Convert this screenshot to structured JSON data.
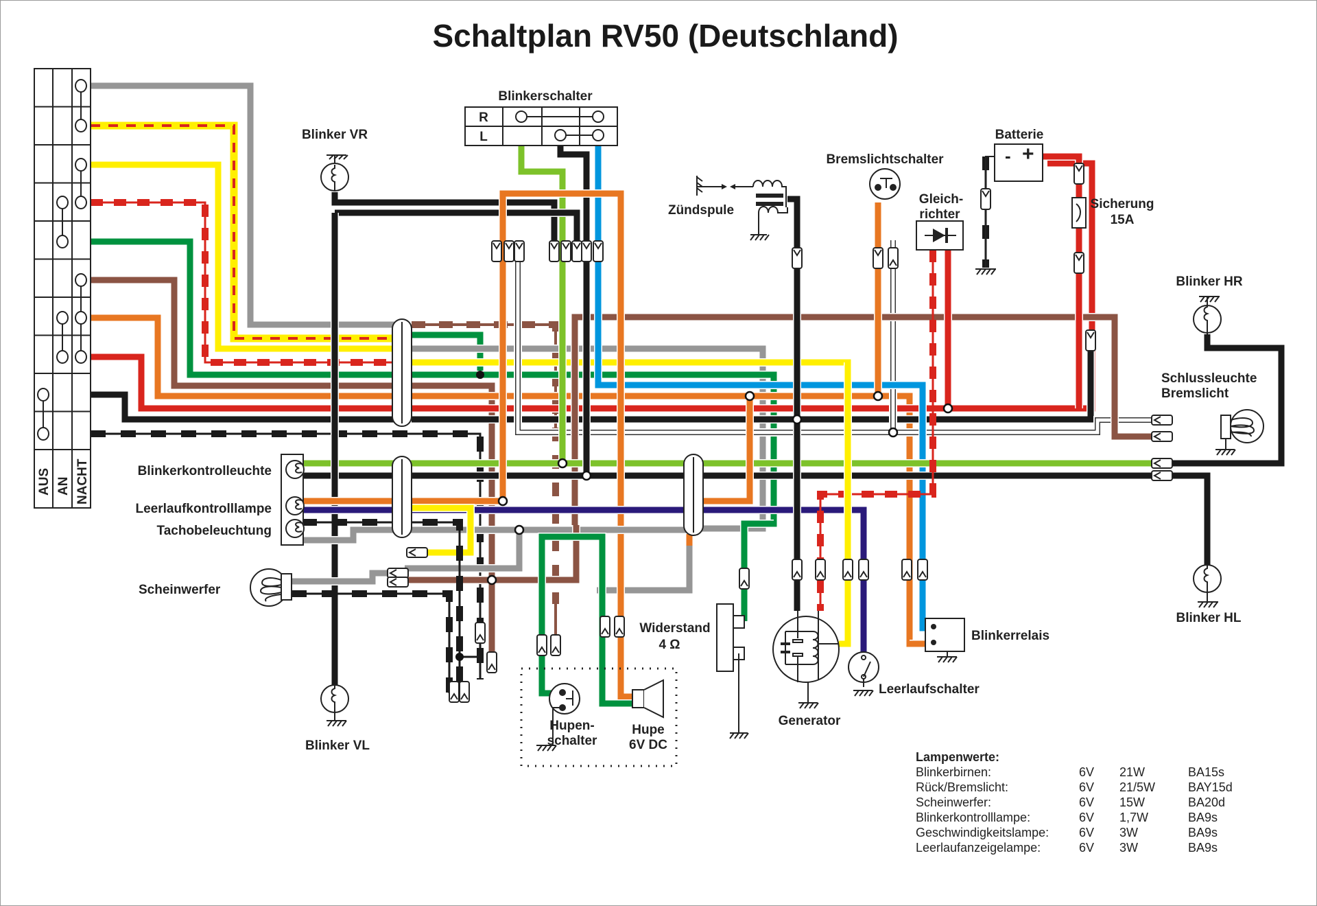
{
  "title": "Schaltplan RV50 (Deutschland)",
  "colors": {
    "gray": "#969696",
    "yellow": "#ffef00",
    "red": "#d9251d",
    "green": "#00923f",
    "brown": "#8b5444",
    "orange": "#e87722",
    "black": "#1a1a1a",
    "lightgreen": "#7dc22a",
    "blue": "#0096de",
    "darkblue": "#2a1a7a",
    "white": "#ffffff"
  },
  "ignition_switch": {
    "positions": [
      "AUS",
      "AN",
      "NACHT"
    ]
  },
  "blinker_switch": {
    "label": "Blinkerschalter",
    "rows": [
      "R",
      "L"
    ]
  },
  "labels": {
    "blinker_vr": "Blinker VR",
    "blinker_vl": "Blinker VL",
    "blinker_hr": "Blinker HR",
    "blinker_hl": "Blinker HL",
    "zuendspule": "Zündspule",
    "bremslichtschalter": "Bremslichtschalter",
    "gleichrichter_1": "Gleich-",
    "gleichrichter_2": "richter",
    "batterie": "Batterie",
    "battery_minus": "-",
    "battery_plus": "+",
    "sicherung_1": "Sicherung",
    "sicherung_2": "15A",
    "schlussleuchte_1": "Schlussleuchte",
    "schlussleuchte_2": "Bremslicht",
    "blinkerkontrolleuchte": "Blinkerkontrolleuchte",
    "leerlaufkontrolllampe": "Leerlaufkontrolllampe",
    "tachobeleuchtung": "Tachobeleuchtung",
    "scheinwerfer": "Scheinwerfer",
    "hupenschalter_1": "Hupen-",
    "hupenschalter_2": "schalter",
    "hupe_1": "Hupe",
    "hupe_2": "6V DC",
    "widerstand_1": "Widerstand",
    "widerstand_2": "4 Ω",
    "generator": "Generator",
    "leerlaufschalter": "Leerlaufschalter",
    "blinkerrelais": "Blinkerrelais"
  },
  "lamp_table": {
    "heading": "Lampenwerte:",
    "rows": [
      {
        "name": "Blinkerbirnen:",
        "voltage": "6V",
        "power": "21W",
        "socket": "BA15s"
      },
      {
        "name": "Rück/Bremslicht:",
        "voltage": "6V",
        "power": "21/5W",
        "socket": "BAY15d"
      },
      {
        "name": "Scheinwerfer:",
        "voltage": "6V",
        "power": "15W",
        "socket": "BA20d"
      },
      {
        "name": "Blinkerkontrolllampe:",
        "voltage": "6V",
        "power": "1,7W",
        "socket": "BA9s"
      },
      {
        "name": "Geschwindigkeitslampe:",
        "voltage": "6V",
        "power": "3W",
        "socket": "BA9s"
      },
      {
        "name": "Leerlaufanzeigelampe:",
        "voltage": "6V",
        "power": "3W",
        "socket": "BA9s"
      }
    ]
  }
}
